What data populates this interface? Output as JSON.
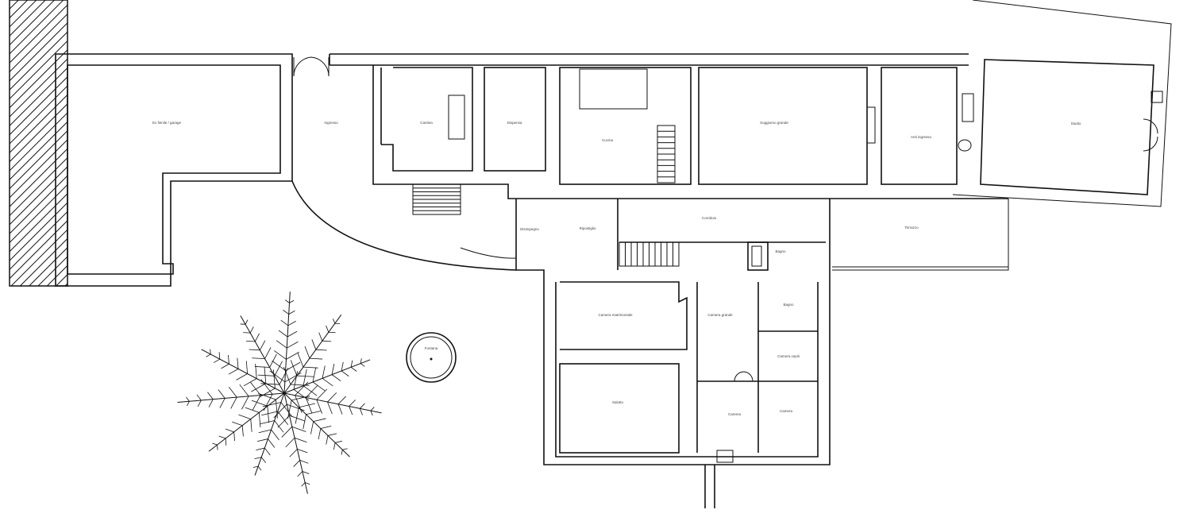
{
  "plan": {
    "rooms": [
      {
        "label": "Ex fienile / garage"
      },
      {
        "label": "Ingresso"
      },
      {
        "label": "Cantina"
      },
      {
        "label": "Dispensa"
      },
      {
        "label": "Cucina"
      },
      {
        "label": "Soggiorno grande"
      },
      {
        "label": "Anti ingresso"
      },
      {
        "label": "Studio"
      },
      {
        "label": "Disimpegno"
      },
      {
        "label": "Ripostiglio"
      },
      {
        "label": "Corridoio"
      },
      {
        "label": "Bagno"
      },
      {
        "label": "Terrazzo"
      },
      {
        "label": "Camera matrimoniale"
      },
      {
        "label": "Camera grande"
      },
      {
        "label": "Bagno"
      },
      {
        "label": "Camera ospiti"
      },
      {
        "label": "Salotto"
      },
      {
        "label": "Camera"
      },
      {
        "label": "Camera"
      },
      {
        "label": "Fontana"
      }
    ]
  }
}
